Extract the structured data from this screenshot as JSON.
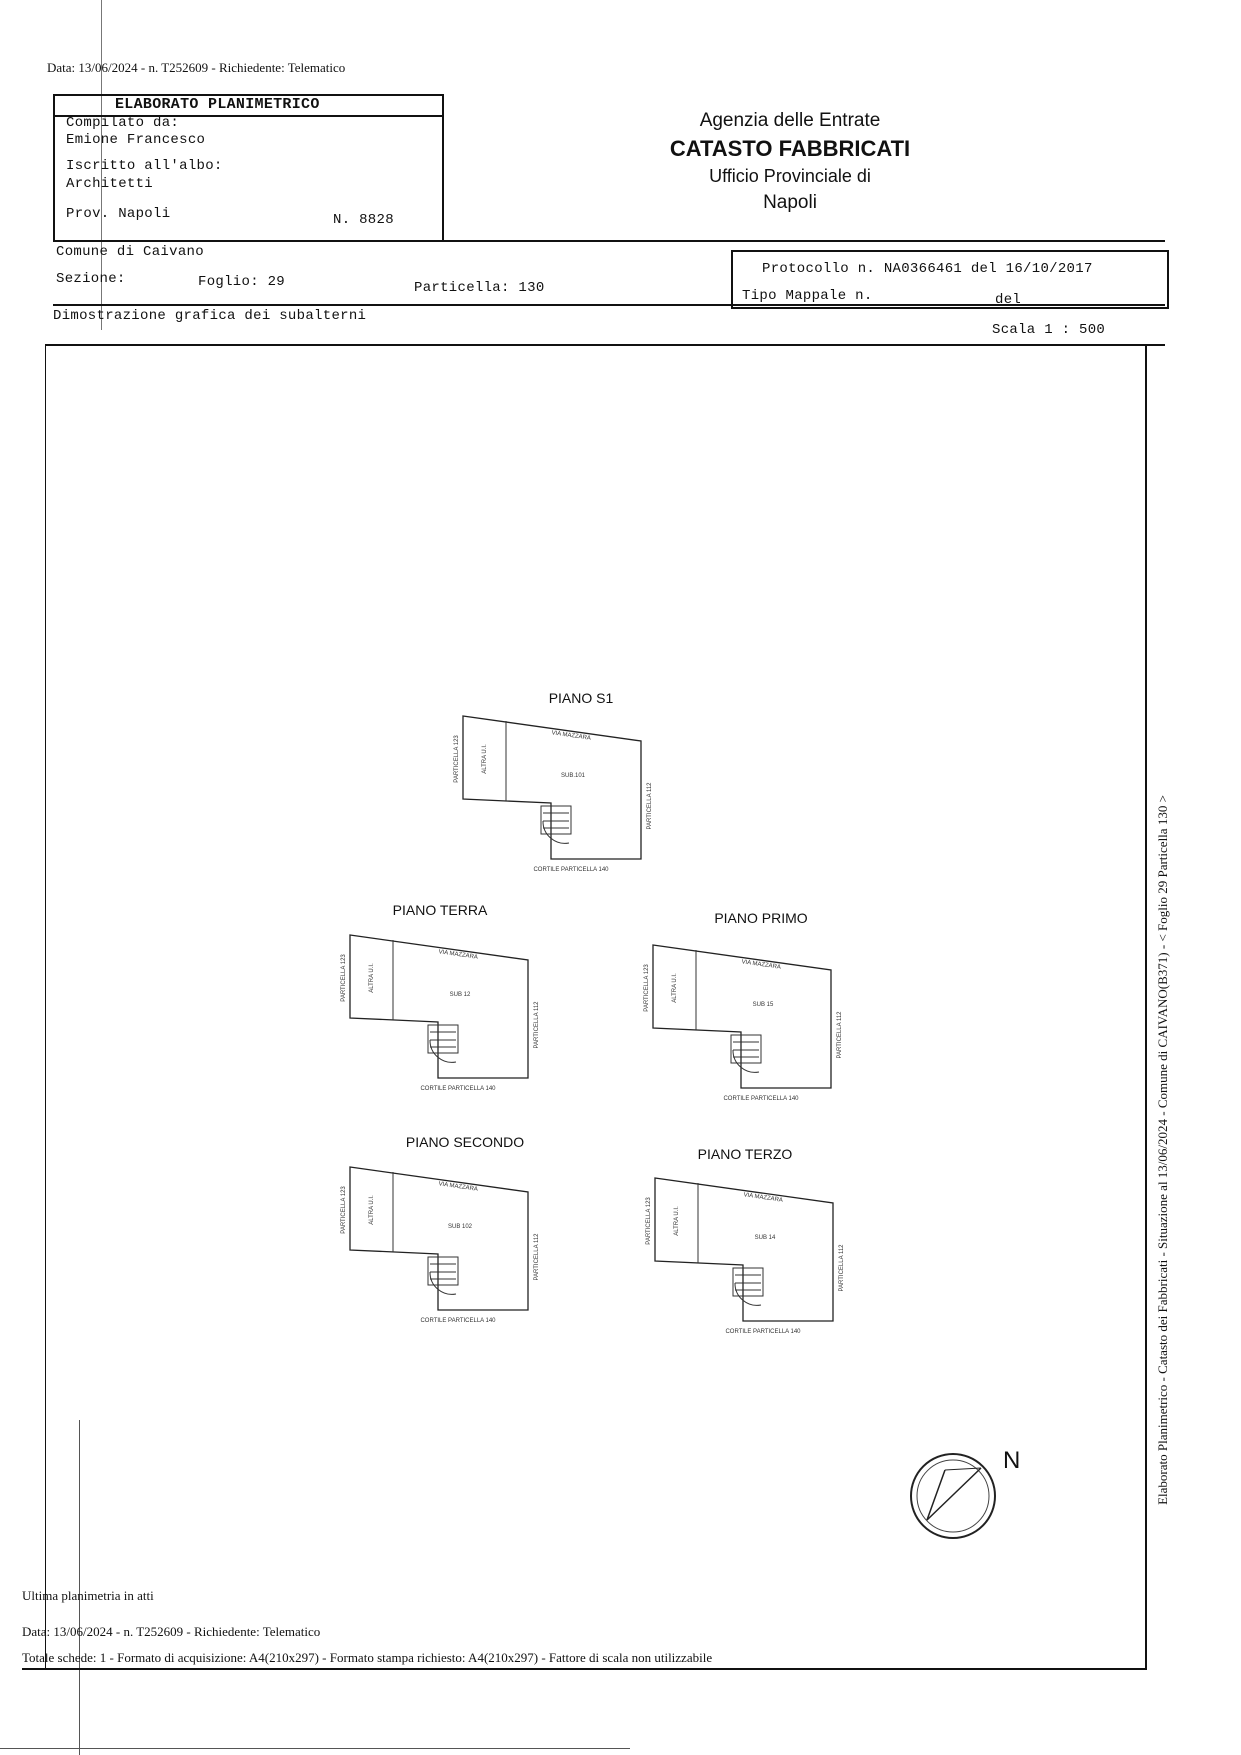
{
  "header_line": "Data: 13/06/2024 - n. T252609 - Richiedente: Telematico",
  "title_box": {
    "title": "ELABORATO PLANIMETRICO",
    "compiled_by_label": "Compilato da:",
    "compiled_by": "Emione Francesco",
    "registered_label": "Iscritto all'albo:",
    "registered": "Architetti",
    "province": "Prov. Napoli",
    "number": "N. 8828"
  },
  "agency": {
    "line1": "Agenzia delle Entrate",
    "line2": "CATASTO FABBRICATI",
    "line3": "Ufficio Provinciale di",
    "line4": "Napoli"
  },
  "parcel": {
    "comune": "Comune di Caivano",
    "sezione": "Sezione:",
    "foglio": "Foglio: 29",
    "particella": "Particella: 130",
    "protocollo": "Protocollo n. NA0366461 del 16/10/2017",
    "tipo_mappale": "Tipo Mappale n.",
    "del": "del",
    "dimostrazione": "Dimostrazione grafica dei subalterni",
    "scala": "Scala 1 : 500"
  },
  "plans": [
    {
      "title": "PIANO S1",
      "street": "VIA MAZZARA",
      "left": "PARTICELLA 123",
      "other": "ALTRA U.I.",
      "sub": "SUB.101",
      "right": "PARTICELLA 112",
      "bottom": "CORTILE PARTICELLA 140"
    },
    {
      "title": "PIANO TERRA",
      "street": "VIA MAZZARA",
      "left": "PARTICELLA 123",
      "other": "ALTRA U.I.",
      "sub": "SUB 12",
      "right": "PARTICELLA 112",
      "bottom": "CORTILE PARTICELLA 140"
    },
    {
      "title": "PIANO PRIMO",
      "street": "VIA MAZZARA",
      "left": "PARTICELLA 123",
      "other": "ALTRA U.I.",
      "sub": "SUB 15",
      "right": "PARTICELLA 112",
      "bottom": "CORTILE PARTICELLA 140"
    },
    {
      "title": "PIANO SECONDO",
      "street": "VIA MAZZARA",
      "left": "PARTICELLA 123",
      "other": "ALTRA U.I.",
      "sub": "SUB 102",
      "right": "PARTICELLA 112",
      "bottom": "CORTILE PARTICELLA 140"
    },
    {
      "title": "PIANO TERZO",
      "street": "VIA MAZZARA",
      "left": "PARTICELLA 123",
      "other": "ALTRA U.I.",
      "sub": "SUB 14",
      "right": "PARTICELLA 112",
      "bottom": "CORTILE PARTICELLA 140"
    }
  ],
  "north": "N",
  "side_text": "Elaborato Planimetrico - Catasto dei Fabbricati - Situazione al 13/06/2024 - Comune di CAIVANO(B371) - < Foglio 29 Particella 130 >",
  "footer": {
    "last": "Ultima planimetria in atti",
    "data": "Data: 13/06/2024 - n. T252609 - Richiedente: Telematico",
    "totale": "Totale schede: 1 - Formato di acquisizione: A4(210x297) - Formato stampa richiesto: A4(210x297) - Fattore di scala non utilizzabile"
  }
}
